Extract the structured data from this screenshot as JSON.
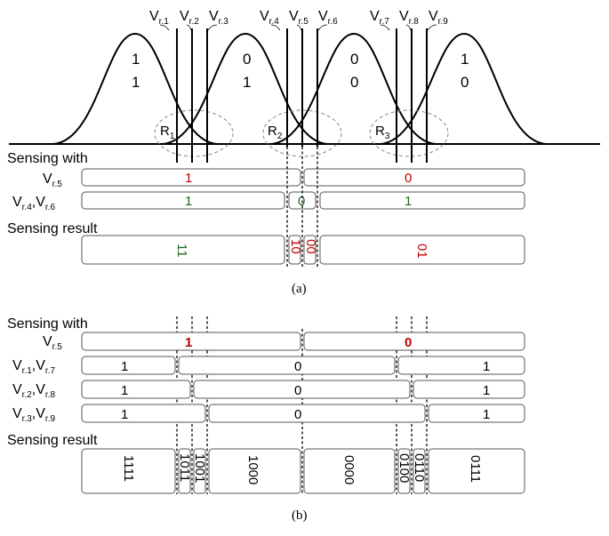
{
  "top_labels": {
    "v1": "V",
    "v1s": "r.1",
    "v2": "V",
    "v2s": "r.2",
    "v3": "V",
    "v3s": "r.3",
    "v4": "V",
    "v4s": "r.4",
    "v5": "V",
    "v5s": "r.5",
    "v6": "V",
    "v6s": "r.6",
    "v7": "V",
    "v7s": "r.7",
    "v8": "V",
    "v8s": "r.8",
    "v9": "V",
    "v9s": "r.9"
  },
  "states": [
    {
      "upper": "1",
      "lower": "1"
    },
    {
      "upper": "0",
      "lower": "1"
    },
    {
      "upper": "0",
      "lower": "0"
    },
    {
      "upper": "1",
      "lower": "0"
    }
  ],
  "regions": {
    "r1": "R",
    "r1s": "1",
    "r2": "R",
    "r2s": "2",
    "r3": "R",
    "r3s": "3"
  },
  "part_a": {
    "sensing_with": "Sensing with",
    "row1_label": "V",
    "row1_sub": "r.5",
    "row2_label_a": "V",
    "row2_sub_a": "r.4",
    "row2_comma": ",",
    "row2_label_b": "V",
    "row2_sub_b": "r.6",
    "row1_left": "1",
    "row1_right": "0",
    "row2_left": "1",
    "row2_mid": "0",
    "row2_right": "1",
    "sensing_result": "Sensing result",
    "res_left": "11",
    "res_mid1": "10",
    "res_mid2": "00",
    "res_right": "01",
    "caption": "(a)"
  },
  "part_b": {
    "sensing_with": "Sensing with",
    "r5_label": "V",
    "r5_sub": "r.5",
    "r17_a": "V",
    "r17_as": "r.1",
    "r17_b": "V",
    "r17_bs": "r.7",
    "r28_a": "V",
    "r28_as": "r.2",
    "r28_b": "V",
    "r28_bs": "r.8",
    "r39_a": "V",
    "r39_as": "r.3",
    "r39_b": "V",
    "r39_bs": "r.9",
    "comma": ",",
    "row5_left": "1",
    "row5_right": "0",
    "row17": [
      "1",
      "0",
      "1"
    ],
    "row28": [
      "1",
      "0",
      "1"
    ],
    "row39": [
      "1",
      "0",
      "1"
    ],
    "sensing_result": "Sensing result",
    "res": [
      "1111",
      "1011",
      "1001",
      "1000",
      "0000",
      "0100",
      "0110",
      "0111"
    ],
    "caption": "(b)"
  },
  "colors": {
    "red": "#c00000",
    "green": "#1f6b1f"
  }
}
